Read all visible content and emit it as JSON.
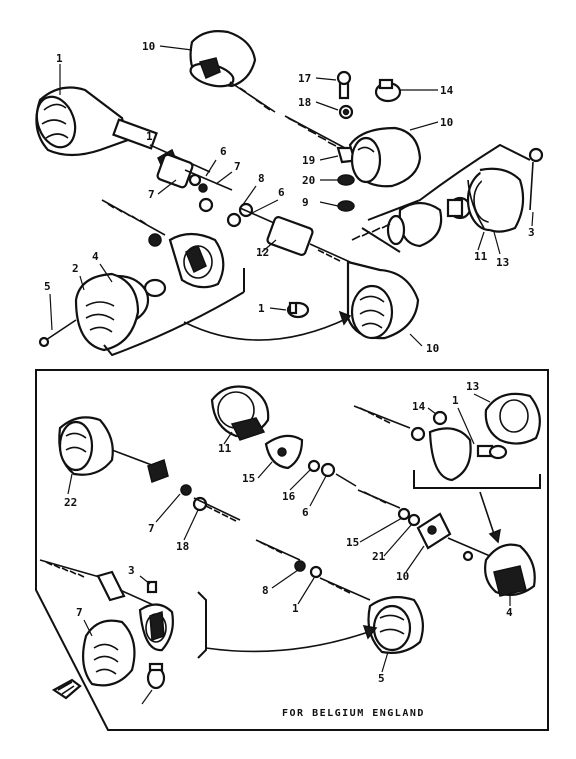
{
  "callouts": {
    "c1": "1",
    "c2": "10",
    "c3": "17",
    "c4": "14",
    "c5": "18",
    "c6": "10",
    "c7": "1",
    "c8": "6",
    "c9": "7",
    "c10": "19",
    "c11": "20",
    "c12": "9",
    "c13": "7",
    "c14": "8",
    "c15": "6",
    "c16": "12",
    "c17": "11",
    "c18": "13",
    "c19": "3",
    "c20": "2",
    "c21": "4",
    "c22": "5",
    "c23": "1",
    "c24": "10",
    "c25": "11",
    "c26": "13",
    "c27": "14",
    "c28": "1",
    "c29": "22",
    "c30": "15",
    "c31": "16",
    "c32": "6",
    "c33": "7",
    "c34": "18",
    "c35": "15",
    "c36": "21",
    "c37": "10",
    "c38": "4",
    "c39": "3",
    "c40": "7",
    "c41": "8",
    "c42": "1",
    "c43": "5"
  },
  "note": "FOR BELGIUM ENGLAND"
}
